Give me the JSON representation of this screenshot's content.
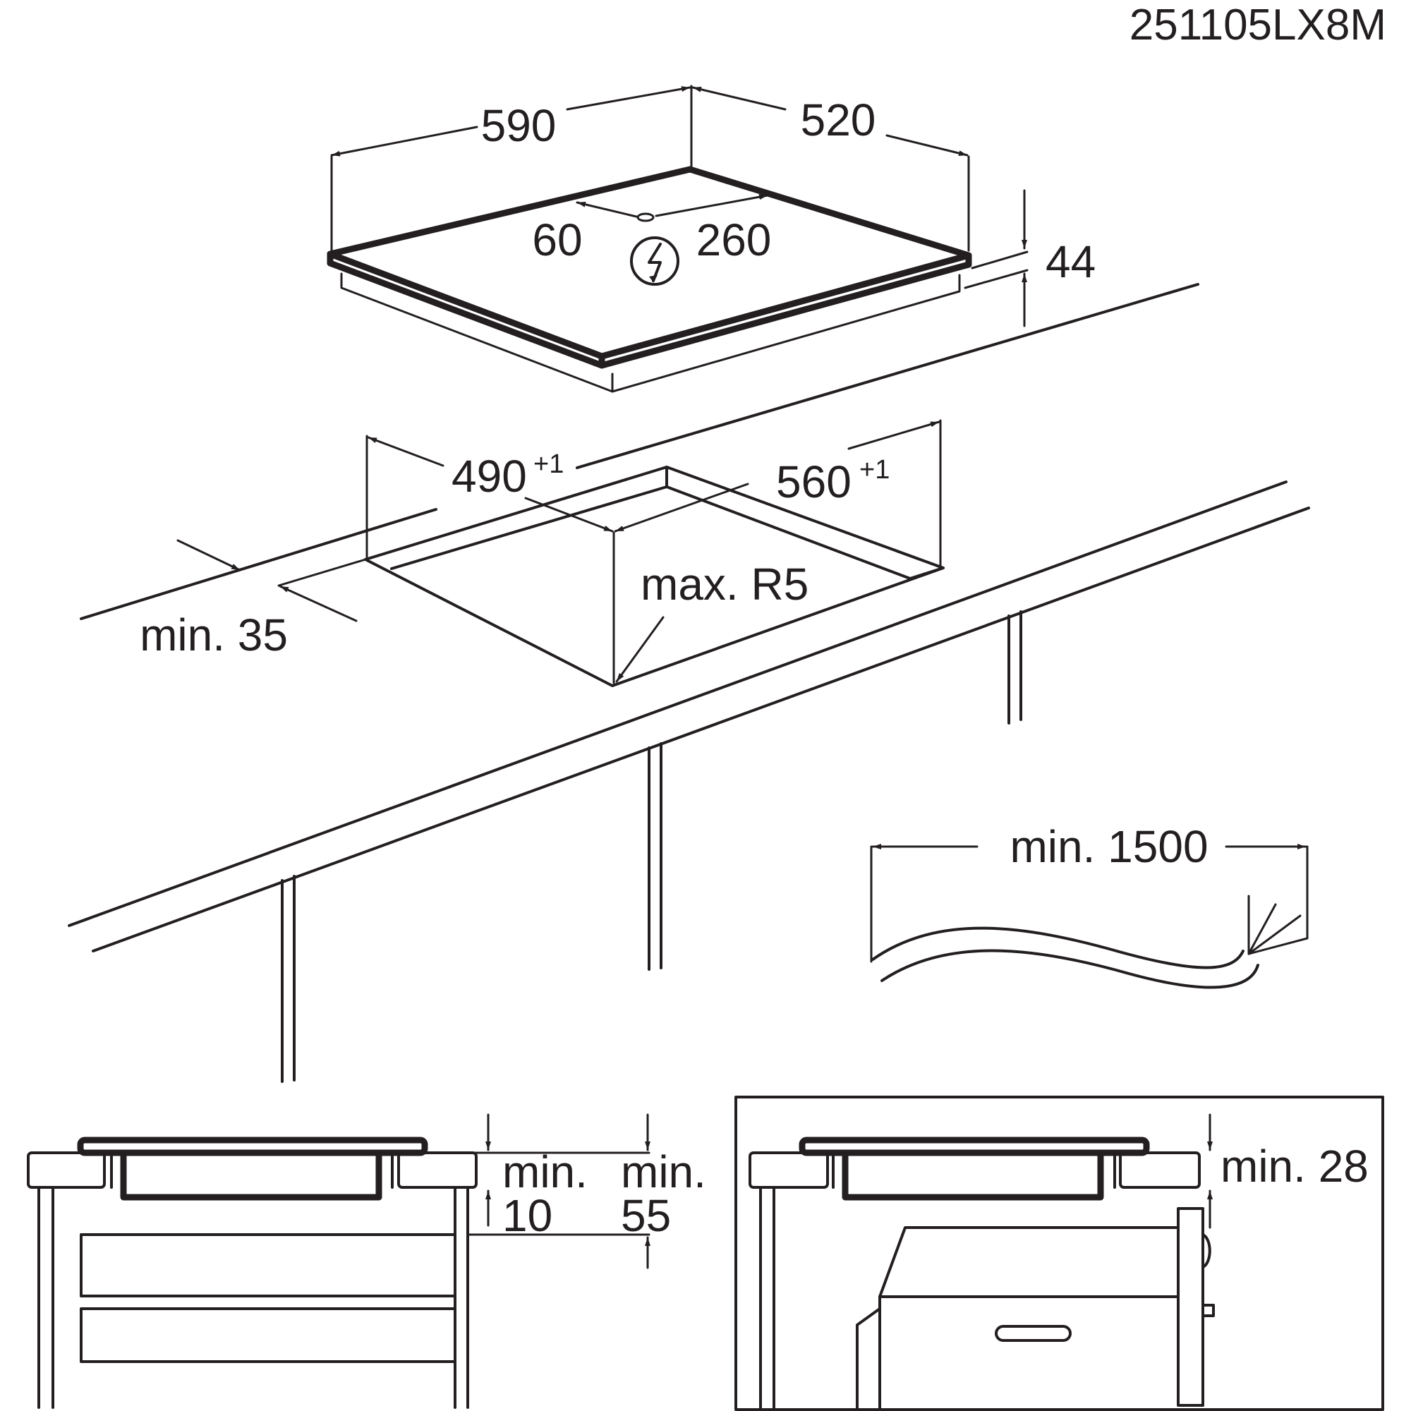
{
  "diagram": {
    "code": "251105LX8M",
    "hob": {
      "width": "590",
      "depth": "520",
      "height": "44",
      "connection_side": "60",
      "connection_front": "260"
    },
    "cutout": {
      "width": "560",
      "width_tol": "+1",
      "depth": "490",
      "depth_tol": "+1",
      "radius": "max. R5",
      "edge_distance": "min. 35"
    },
    "cable": {
      "length": "min. 1500"
    },
    "section_drawer": {
      "gap_a_1": "min.",
      "gap_a_2": "10",
      "gap_b_1": "min.",
      "gap_b_2": "55"
    },
    "section_oven": {
      "gap": "min. 28"
    },
    "icons": [
      "electric-connection-icon",
      "arrow-icon"
    ]
  }
}
